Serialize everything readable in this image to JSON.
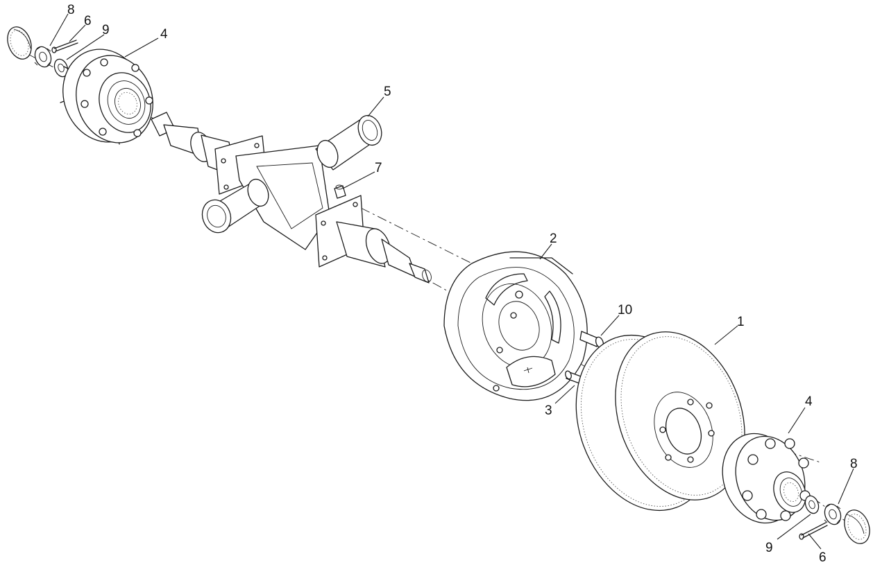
{
  "callouts": [
    {
      "id": "c-8-top",
      "label": "8"
    },
    {
      "id": "c-6-top",
      "label": "6"
    },
    {
      "id": "c-9-top",
      "label": "9"
    },
    {
      "id": "c-4-top",
      "label": "4"
    },
    {
      "id": "c-5",
      "label": "5"
    },
    {
      "id": "c-7",
      "label": "7"
    },
    {
      "id": "c-2",
      "label": "2"
    },
    {
      "id": "c-10",
      "label": "10"
    },
    {
      "id": "c-1",
      "label": "1"
    },
    {
      "id": "c-3",
      "label": "3"
    },
    {
      "id": "c-4-bottom",
      "label": "4"
    },
    {
      "id": "c-8-bottom",
      "label": "8"
    },
    {
      "id": "c-9-bottom",
      "label": "9"
    },
    {
      "id": "c-6-bottom",
      "label": "6"
    }
  ]
}
